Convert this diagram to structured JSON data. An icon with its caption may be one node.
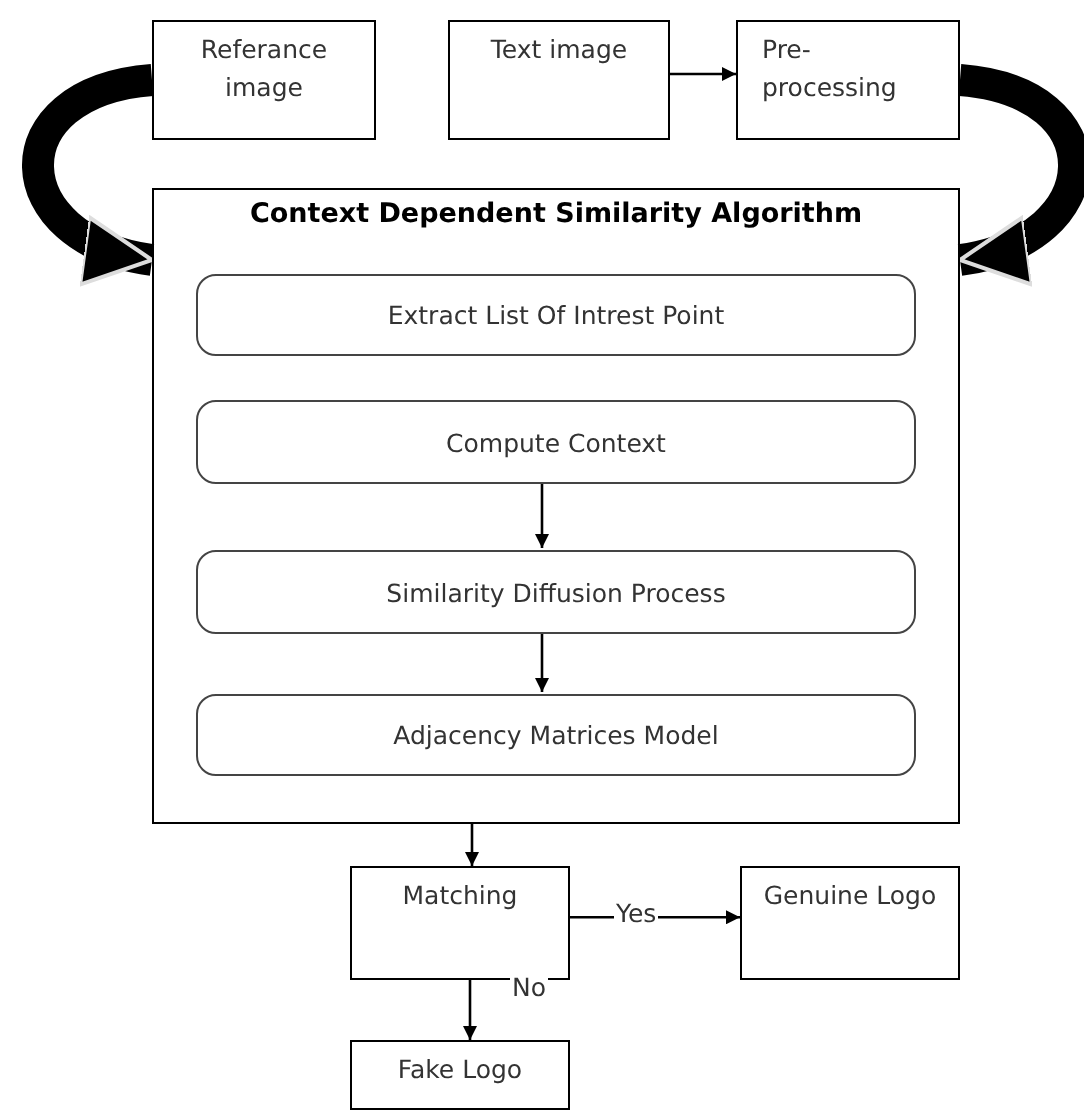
{
  "diagram": {
    "nodes": [
      {
        "text": [
          "Referance image"
        ]
      },
      {
        "text": [
          "Text image"
        ]
      },
      {
        "text": [
          "Pre- processing"
        ]
      },
      {
        "text": [
          "Context Dependent Similarity Algorithm"
        ]
      },
      {
        "text": [
          "Extract List Of Intrest Point"
        ],
        "in": 3
      },
      {
        "text": [
          "Compute Context"
        ],
        "in": 3
      },
      {
        "text": [
          "Similarity Diffusion Process"
        ],
        "in": 3
      },
      {
        "text": [
          "Adjacency Matrices Model"
        ],
        "in": 3
      },
      {
        "text": [
          "Matching"
        ]
      },
      {
        "text": [
          "Genuine Logo"
        ]
      },
      {
        "text": [
          "Fake Logo"
        ]
      }
    ],
    "edges": [
      {
        "from": 1,
        "to": 2,
        "arrow": "to"
      },
      {
        "from": 0,
        "to": 3,
        "arrow": "to",
        "style": "thick"
      },
      {
        "from": 2,
        "to": 3,
        "arrow": "to",
        "style": "thick"
      },
      {
        "from": 5,
        "to": 6,
        "arrow": "to"
      },
      {
        "from": 6,
        "to": 7,
        "arrow": "to"
      },
      {
        "from": 3,
        "to": 8,
        "arrow": "to"
      },
      {
        "from": 8,
        "to": 9,
        "arrow": "to",
        "label": "Yes"
      },
      {
        "from": 8,
        "to": 10,
        "arrow": "to",
        "label": "No"
      }
    ]
  }
}
